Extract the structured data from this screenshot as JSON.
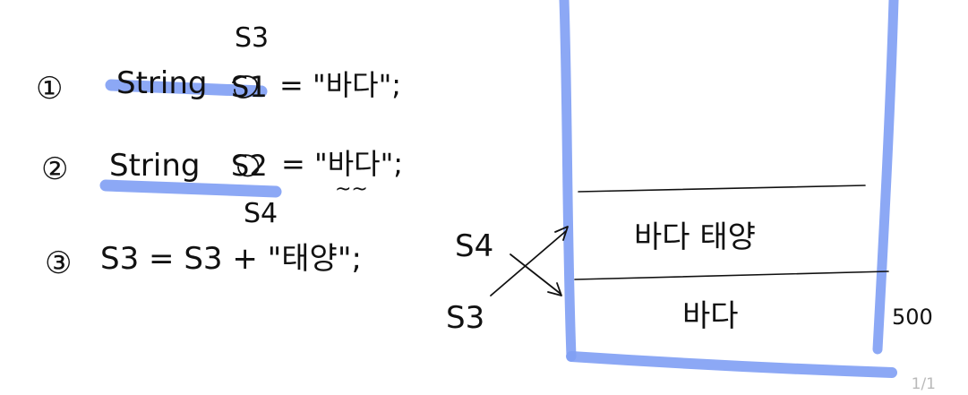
{
  "notes": {
    "line1": {
      "number": "①",
      "type": "String",
      "var_over": "S3",
      "var": "S1",
      "assign": "= \"바다\";"
    },
    "line2": {
      "number": "②",
      "type": "String",
      "var": "S2",
      "var_under": "S4",
      "assign": "= \"바다\";",
      "squiggle": "~~"
    },
    "line3": {
      "number": "③",
      "statement": "S3 = S3 + \"태양\";"
    }
  },
  "memory_diagram": {
    "labels": {
      "s4": "S4",
      "s3": "S3",
      "address": "500"
    },
    "cells": [
      {
        "text": "바다 태양"
      },
      {
        "text": "바다"
      }
    ]
  },
  "page_indicator": "1/1",
  "colors": {
    "highlight": "#7f9ef4",
    "ink": "#111111",
    "page_indicator": "#b9b9b9"
  }
}
